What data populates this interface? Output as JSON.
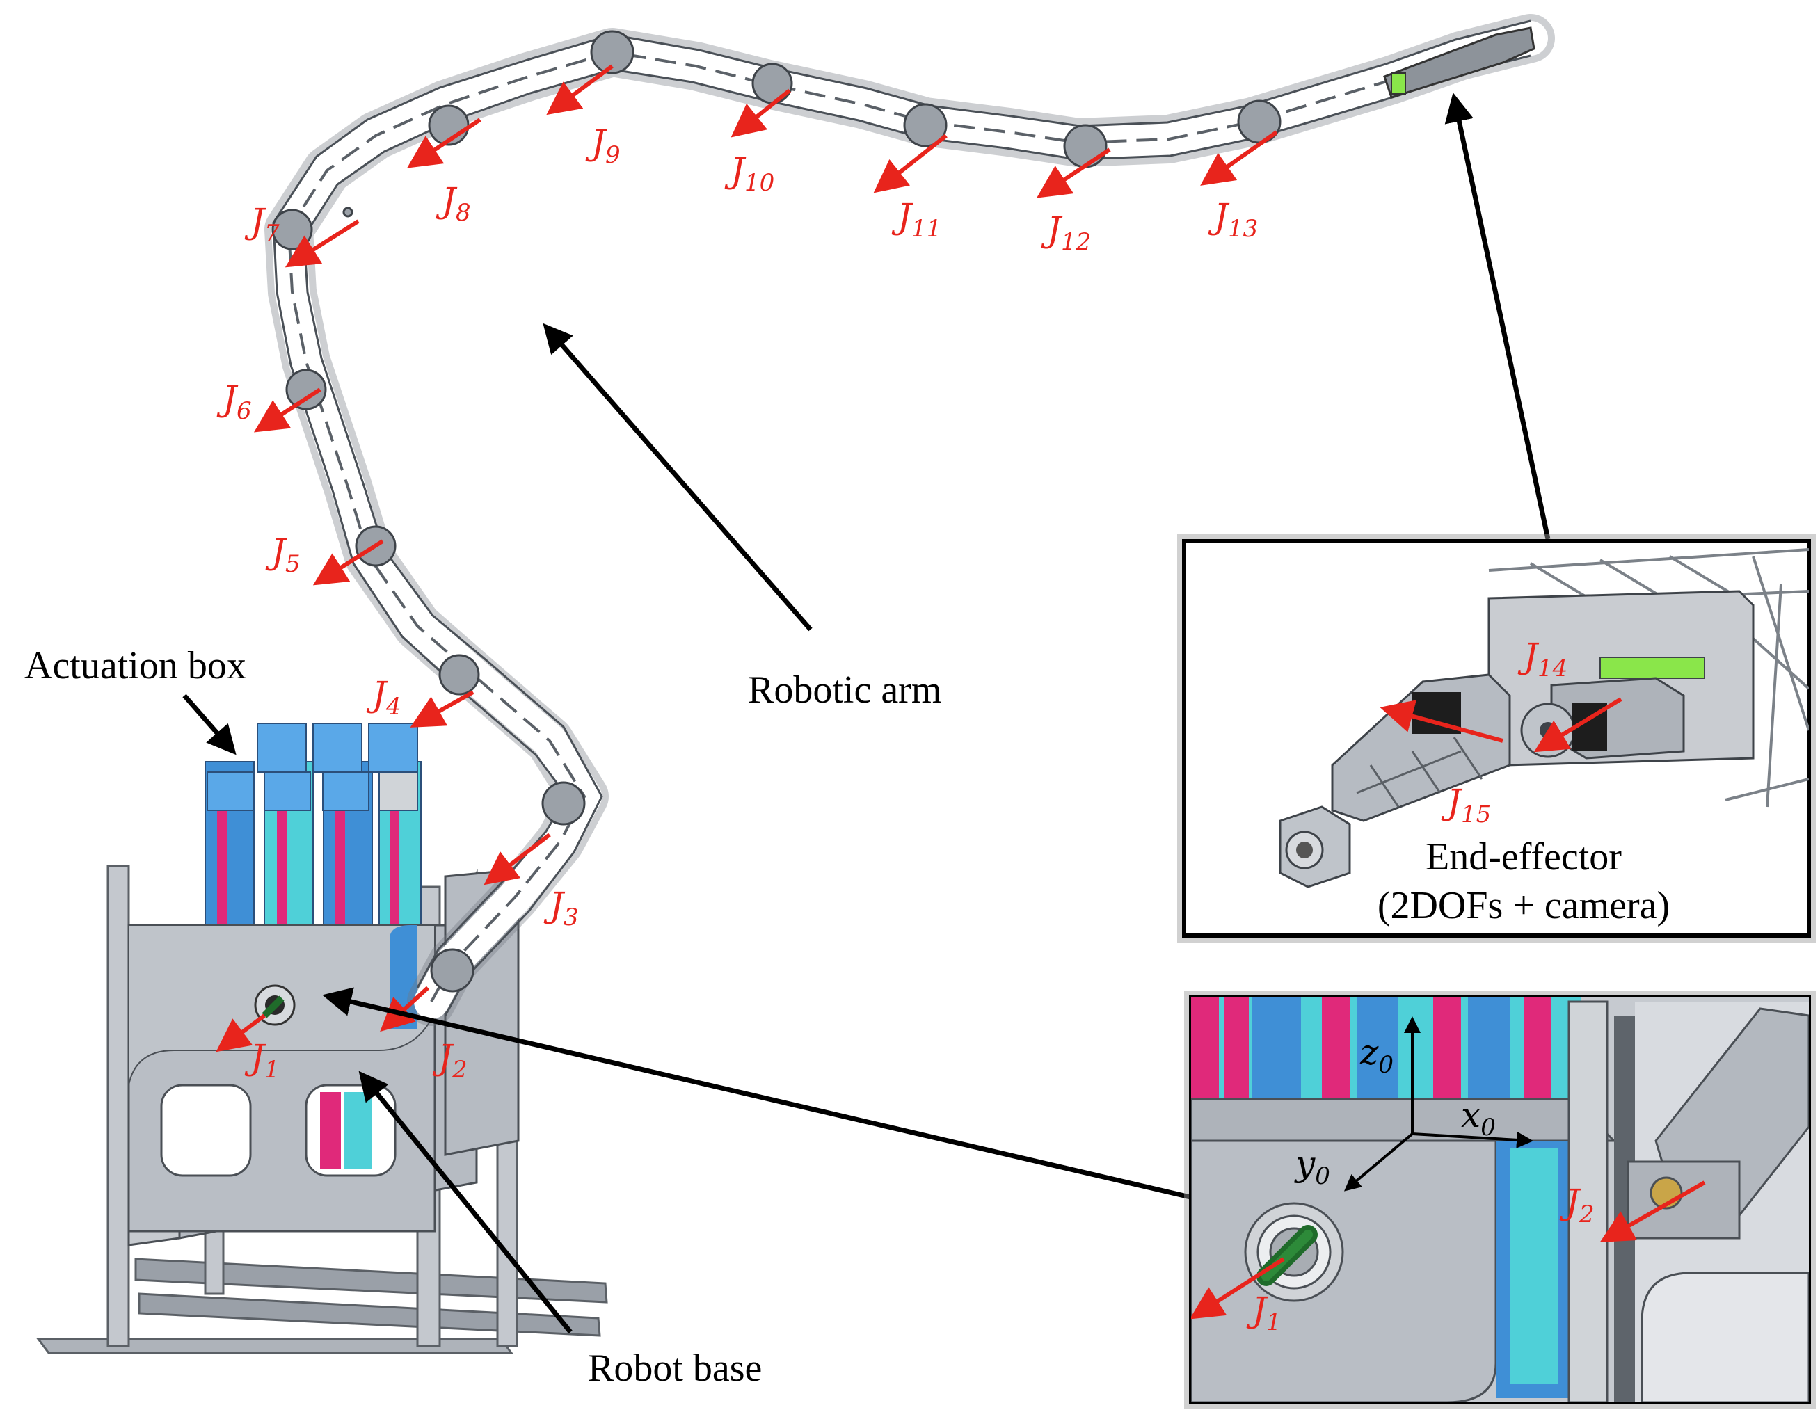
{
  "labels": {
    "actuation_box": "Actuation box",
    "robotic_arm": "Robotic arm",
    "robot_base": "Robot base",
    "end_effector_line1": "End-effector",
    "end_effector_line2": "(2DOFs + camera)"
  },
  "joints": [
    {
      "id": "J1",
      "letter": "J",
      "sub": "1"
    },
    {
      "id": "J2",
      "letter": "J",
      "sub": "2"
    },
    {
      "id": "J3",
      "letter": "J",
      "sub": "3"
    },
    {
      "id": "J4",
      "letter": "J",
      "sub": "4"
    },
    {
      "id": "J5",
      "letter": "J",
      "sub": "5"
    },
    {
      "id": "J6",
      "letter": "J",
      "sub": "6"
    },
    {
      "id": "J7",
      "letter": "J",
      "sub": "7"
    },
    {
      "id": "J8",
      "letter": "J",
      "sub": "8"
    },
    {
      "id": "J9",
      "letter": "J",
      "sub": "9"
    },
    {
      "id": "J10",
      "letter": "J",
      "sub": "10"
    },
    {
      "id": "J11",
      "letter": "J",
      "sub": "11"
    },
    {
      "id": "J12",
      "letter": "J",
      "sub": "12"
    },
    {
      "id": "J13",
      "letter": "J",
      "sub": "13"
    }
  ],
  "inset_end_effector": {
    "joints": [
      {
        "id": "J14",
        "letter": "J",
        "sub": "14"
      },
      {
        "id": "J15",
        "letter": "J",
        "sub": "15"
      }
    ]
  },
  "inset_base": {
    "axes": [
      {
        "id": "z0",
        "letter": "z",
        "sub": "0"
      },
      {
        "id": "x0",
        "letter": "x",
        "sub": "0"
      },
      {
        "id": "y0",
        "letter": "y",
        "sub": "0"
      }
    ],
    "joints": [
      {
        "id": "J1",
        "letter": "J",
        "sub": "1"
      },
      {
        "id": "J2",
        "letter": "J",
        "sub": "2"
      }
    ]
  },
  "colors": {
    "joint_red": "#e8241c",
    "frame_gray": "#c9ccd1",
    "truss": "#6f757c",
    "base_plate": "#b6bbc2",
    "panel_blue": "#3f8fd6",
    "panel_magenta": "#e0297a",
    "panel_cyan": "#4fd0d8",
    "highlight_green": "#8ae64a",
    "dark_green": "#1f6b2a",
    "black": "#000000"
  }
}
